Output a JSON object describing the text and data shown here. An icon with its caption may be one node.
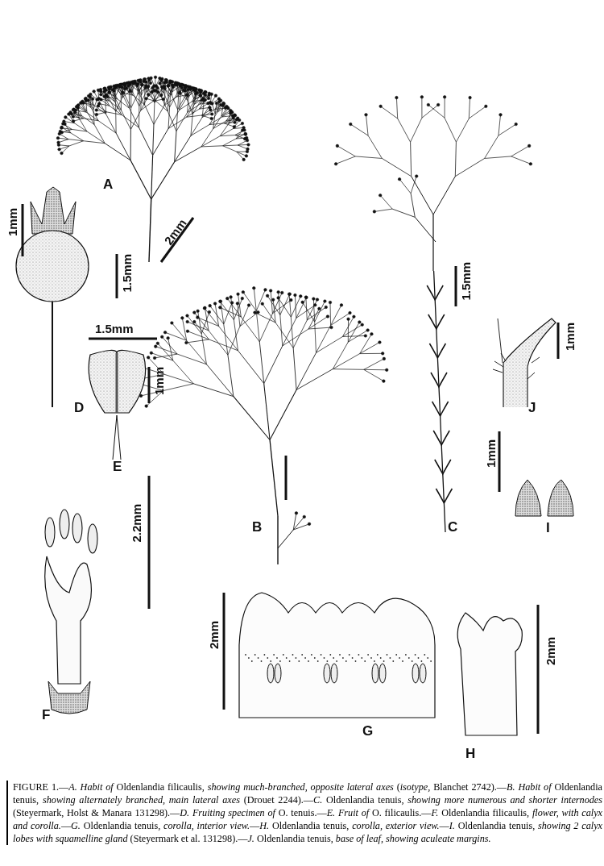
{
  "diagram": {
    "caption": "FIGURE 1.—*A. Habit of* Oldenlandia filicaulis, *showing much-branched, opposite lateral axes* (*isotype,* Blanchet 2742).—*B. Habit of* Oldenlandia tenuis, *showing alternately branched, main lateral axes* (Drouet 2244).—*C.* Oldenlandia tenuis, *showing more numerous and shorter internodes* (Steyermark, Holst & Manara 131298).—*D. Fruiting specimen of* O. tenuis.—*E. Fruit of* O. filicaulis.—*F.* Oldenlandia filicaulis, *flower, with calyx and corolla.*—*G.* Oldenlandia tenuis, *corolla, interior view.*—*H.* Oldenlandia tenuis, *corolla, exterior view.*—*I.* Oldenlandia tenuis, *showing 2 calyx lobes with squamelline gland* (Steyermark et al. 131298).—*J.* Oldenlandia tenuis, *base of leaf, showing aculeate margins.*",
    "labels": [
      "A",
      "1mm",
      "2mm",
      "1.5mm",
      "1.5mm",
      "1.5mm",
      "1mm",
      "1mm",
      "D",
      "J",
      "1mm",
      "E",
      "B",
      "C",
      "I",
      "2.2mm",
      "2mm",
      "2mm",
      "F",
      "G",
      "H"
    ]
  }
}
